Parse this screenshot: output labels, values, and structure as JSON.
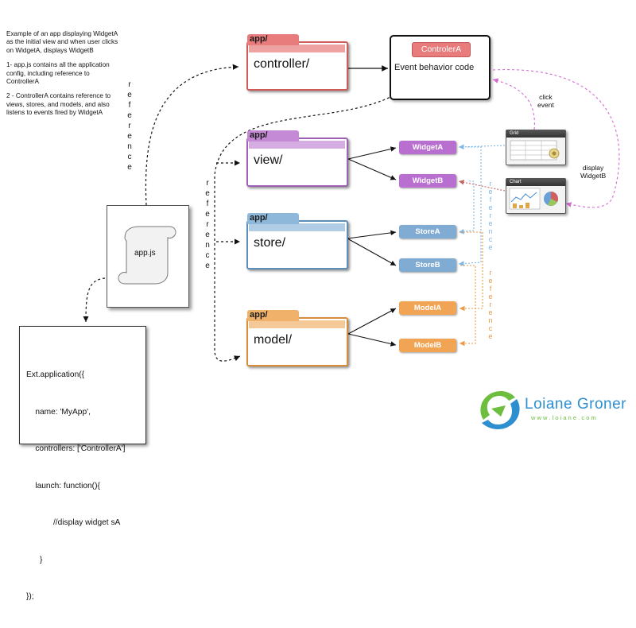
{
  "intro": {
    "line1": "Example of an app displaying WidgetA as the initial view and when user clicks on WidgetA, displays WidgetB",
    "line2": "1- app.js contains all the application config, including reference to ControllerA",
    "line3": "2 - ControllerA contains reference to views, stores, and models, and also listens to events fired by WidgetA"
  },
  "folders": {
    "controller": {
      "prefix": "app/",
      "name": "controller/",
      "color": "#e87b7b",
      "border": "#cf5a5a"
    },
    "view": {
      "prefix": "app/",
      "name": "view/",
      "color": "#c48ad6",
      "border": "#9e5fb6"
    },
    "store": {
      "prefix": "app/",
      "name": "store/",
      "color": "#8eb8da",
      "border": "#5e8eb8"
    },
    "model": {
      "prefix": "app/",
      "name": "model/",
      "color": "#f0b26b",
      "border": "#d98c3a"
    }
  },
  "controller_box": {
    "badge": "ControlerA",
    "caption": "Event behavior code"
  },
  "pills": {
    "widgetA": {
      "label": "WidgetA",
      "color": "#b86fd0"
    },
    "widgetB": {
      "label": "WidgetB",
      "color": "#b86fd0"
    },
    "storeA": {
      "label": "StoreA",
      "color": "#80abd3"
    },
    "storeB": {
      "label": "StoreB",
      "color": "#80abd3"
    },
    "modelA": {
      "label": "ModelA",
      "color": "#f1a554"
    },
    "modelB": {
      "label": "ModelB",
      "color": "#f1a554"
    }
  },
  "labels": {
    "reference_vertical": "reference",
    "click_event_1": "click",
    "click_event_2": "event",
    "display_1": "display",
    "display_2": "WidgetB",
    "grid": "Grid",
    "chart": "Chart",
    "appjs": "app.js"
  },
  "code": {
    "l1": "Ext.application({",
    "l2": "    name: 'MyApp',",
    "l3": "    controllers: ['ControllerA']",
    "l4": "    launch: function(){",
    "l5": "            //display widget sA",
    "l6": "      }",
    "l7": "});"
  },
  "brand": {
    "name": "Loiane Groner",
    "url": "w w w . l o i a n e . c o m",
    "color_green": "#6dbd3f",
    "color_blue": "#2d8fd0"
  }
}
